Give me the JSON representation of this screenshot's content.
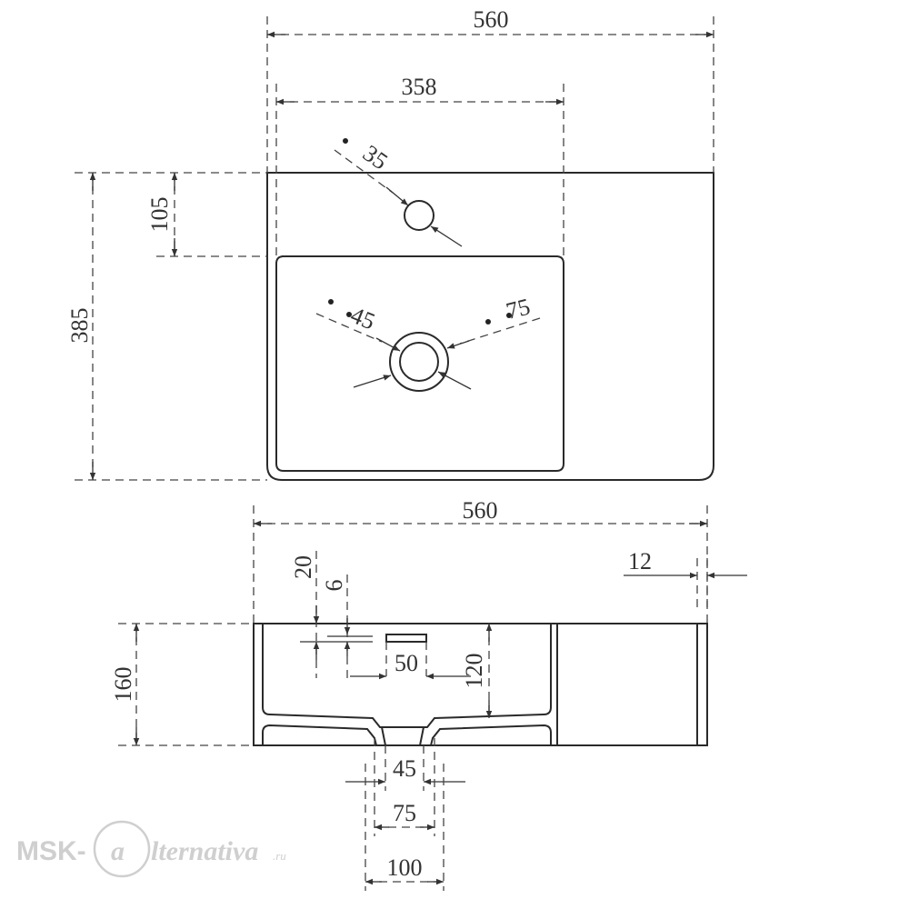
{
  "top_view": {
    "width": "560",
    "bowl_width": "358",
    "depth": "385",
    "tap_offset": "105",
    "tap_hole_dia": "35",
    "drain_inner_dia": "45",
    "drain_outer_dia": "75"
  },
  "side_view": {
    "width": "560",
    "height": "160",
    "wall": "12",
    "rim": "20",
    "overflow_gap": "6",
    "overflow_len": "50",
    "bowl_depth": "120",
    "drain_45": "45",
    "drain_75": "75",
    "drain_100": "100"
  },
  "watermark": {
    "prefix": "MSK-",
    "letter": "a",
    "rest": "lternativa",
    "suffix": ".ru"
  },
  "colors": {
    "ink": "#333333",
    "watermark": "#cfcfcf"
  }
}
